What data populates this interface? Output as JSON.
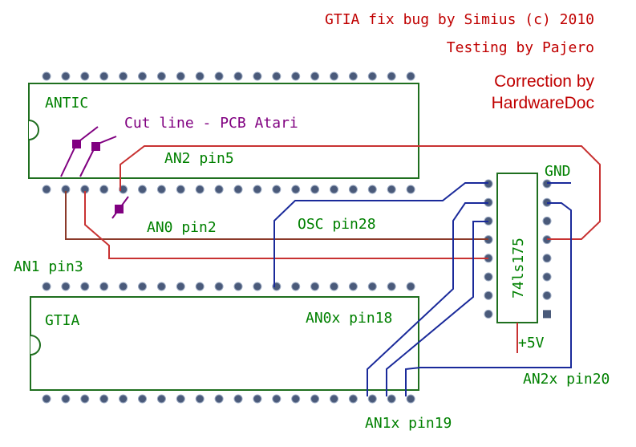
{
  "credits": {
    "line1": "GTIA fix bug by Simius (c) 2010",
    "line2": "Testing by Pajero",
    "line3": "Correction by",
    "line4": "HardwareDoc"
  },
  "chips": {
    "antic": {
      "label": "ANTIC"
    },
    "gtia": {
      "label": "GTIA"
    },
    "ic": {
      "label": "74ls175"
    }
  },
  "labels": {
    "cut_line": "Cut line - PCB Atari",
    "an2": "AN2 pin5",
    "an0": "AN0 pin2",
    "an1": "AN1 pin3",
    "osc": "OSC pin28",
    "gnd": "GND",
    "vcc": "+5V",
    "an0x": "AN0x pin18",
    "an1x": "AN1x pin19",
    "an2x": "AN2x pin20"
  },
  "colors": {
    "credit_text": "#c00000",
    "label_green": "#008000",
    "cut_purple": "#800080",
    "wire_red": "#c83232",
    "wire_brown": "#8b3a2a",
    "wire_blue": "#1a2a9a",
    "chip_outline": "#1f6f1f",
    "pin_fill": "#4a5a7a"
  }
}
